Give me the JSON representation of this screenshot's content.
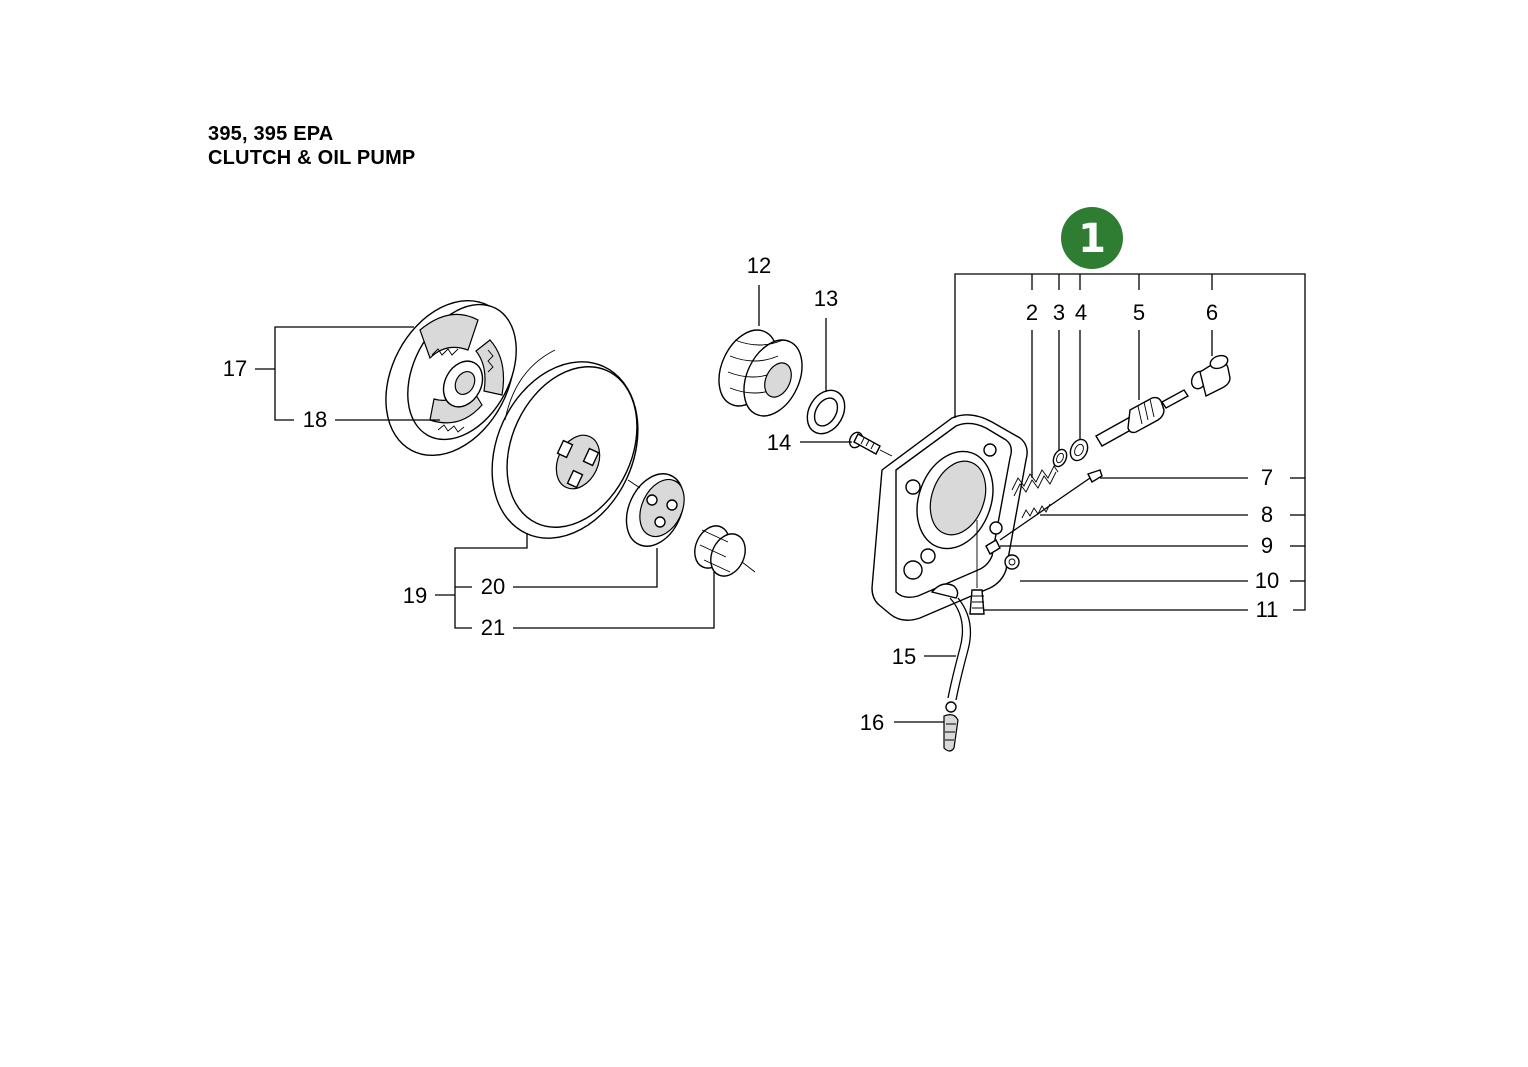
{
  "header": {
    "model": "395, 395 EPA",
    "section": "CLUTCH & OIL PUMP"
  },
  "badge": {
    "label": "1",
    "color": "#2e7d32"
  },
  "callouts": {
    "c2": "2",
    "c3": "3",
    "c4": "4",
    "c5": "5",
    "c6": "6",
    "c7": "7",
    "c8": "8",
    "c9": "9",
    "c10": "10",
    "c11": "11",
    "c12": "12",
    "c13": "13",
    "c14": "14",
    "c15": "15",
    "c16": "16",
    "c17": "17",
    "c18": "18",
    "c19": "19",
    "c20": "20",
    "c21": "21"
  }
}
